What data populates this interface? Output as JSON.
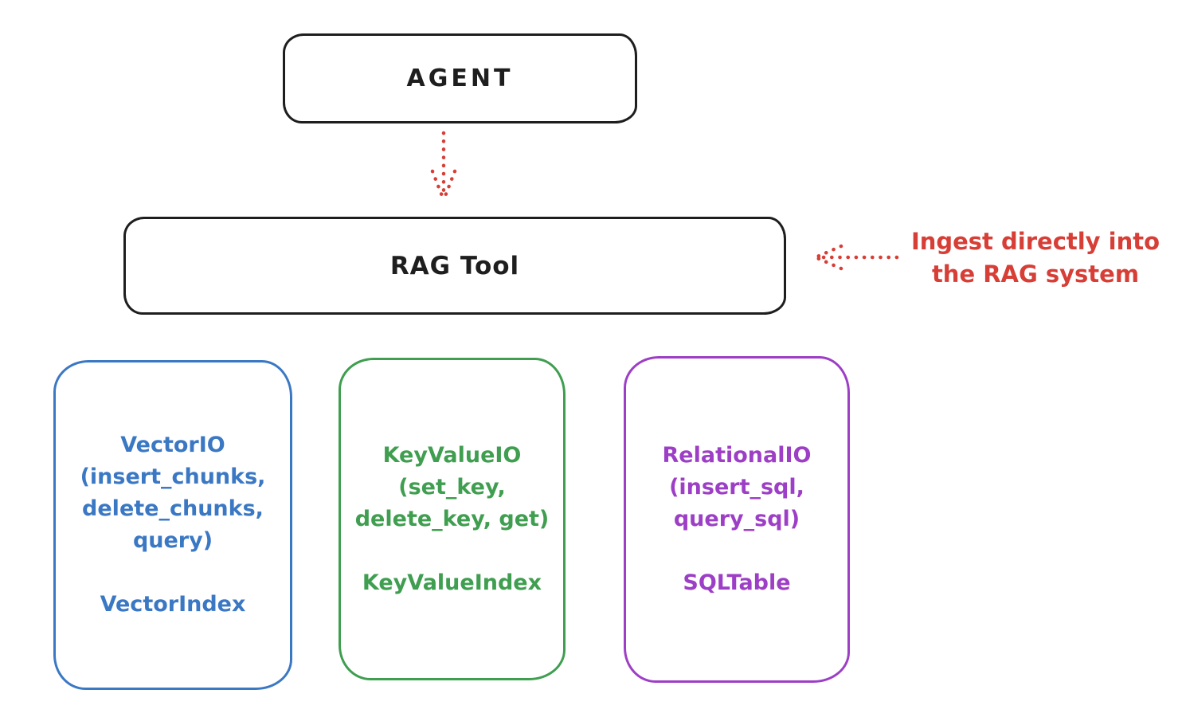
{
  "colors": {
    "black": "#1e1e1e",
    "red": "#d63e36",
    "blue": "#3b78c4",
    "green": "#3f9e4f",
    "purple": "#9d3fc6",
    "background": "#ffffff"
  },
  "agent": {
    "label": "AGENT"
  },
  "rag_tool": {
    "label": "RAG Tool"
  },
  "arrows": {
    "agent_to_rag": "dotted-down-arrow",
    "ingest": "dotted-left-arrow"
  },
  "annotation": {
    "line1": "Ingest directly into",
    "line2": "the RAG system"
  },
  "backends": [
    {
      "name": "vector-io",
      "lines": [
        "VectorIO",
        "(insert_chunks,",
        "delete_chunks,",
        "query)"
      ],
      "index_label": "VectorIndex"
    },
    {
      "name": "keyvalue-io",
      "lines": [
        "KeyValueIO",
        "(set_key,",
        "delete_key, get)"
      ],
      "index_label": "KeyValueIndex"
    },
    {
      "name": "relational-io",
      "lines": [
        "RelationalIO",
        "(insert_sql,",
        "query_sql)"
      ],
      "index_label": "SQLTable"
    }
  ]
}
